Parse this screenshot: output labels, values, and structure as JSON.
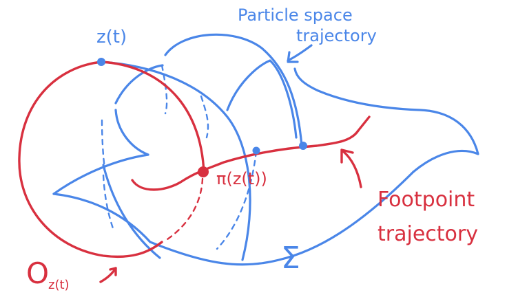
{
  "labels": {
    "z_t": "z(t)",
    "particle_line1": "Particle space",
    "particle_line2": "trajectory",
    "pi_z_t": "π(z(t))",
    "footpoint_line1": "Footpoint",
    "footpoint_line2": "trajectory",
    "orbit_main": "O",
    "orbit_sub": "z(t)",
    "sigma": "Σ"
  },
  "colors": {
    "blue": "#4a86e8",
    "red": "#d8303f"
  }
}
